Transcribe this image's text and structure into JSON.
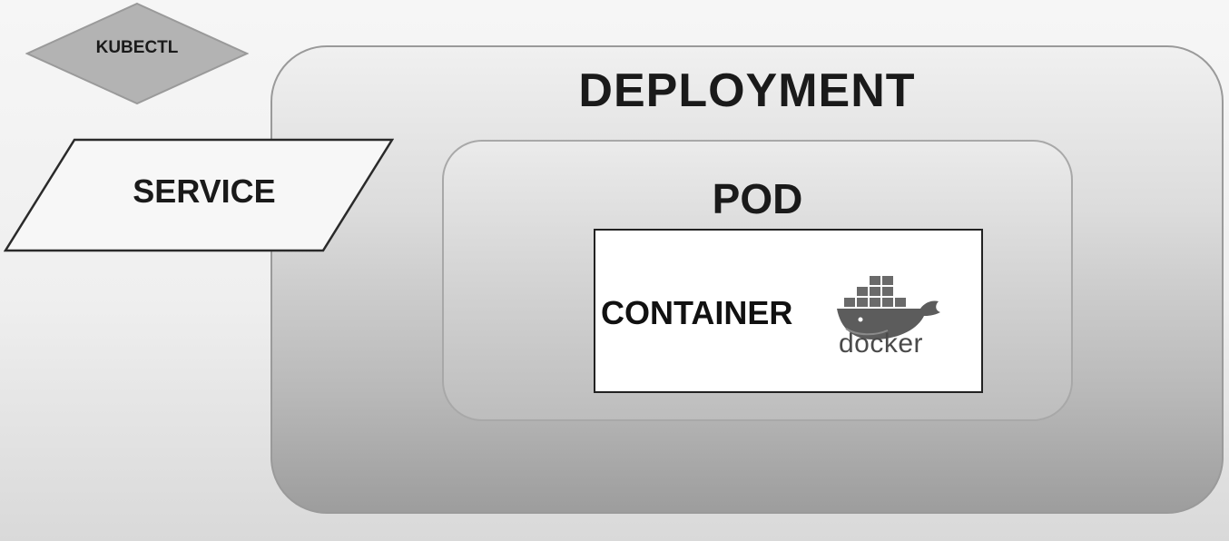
{
  "diagram": {
    "kubectl": {
      "label": "KUBECTL",
      "shape": "diamond"
    },
    "service": {
      "label": "SERVICE",
      "shape": "parallelogram"
    },
    "deployment": {
      "label": "DEPLOYMENT"
    },
    "pod": {
      "label": "POD"
    },
    "container": {
      "label": "CONTAINER"
    },
    "docker": {
      "wordmark": "docker",
      "icon": "docker-whale-icon"
    }
  },
  "colors": {
    "docker_logo": "#5c5c5c",
    "text": "#1a1a1a"
  }
}
